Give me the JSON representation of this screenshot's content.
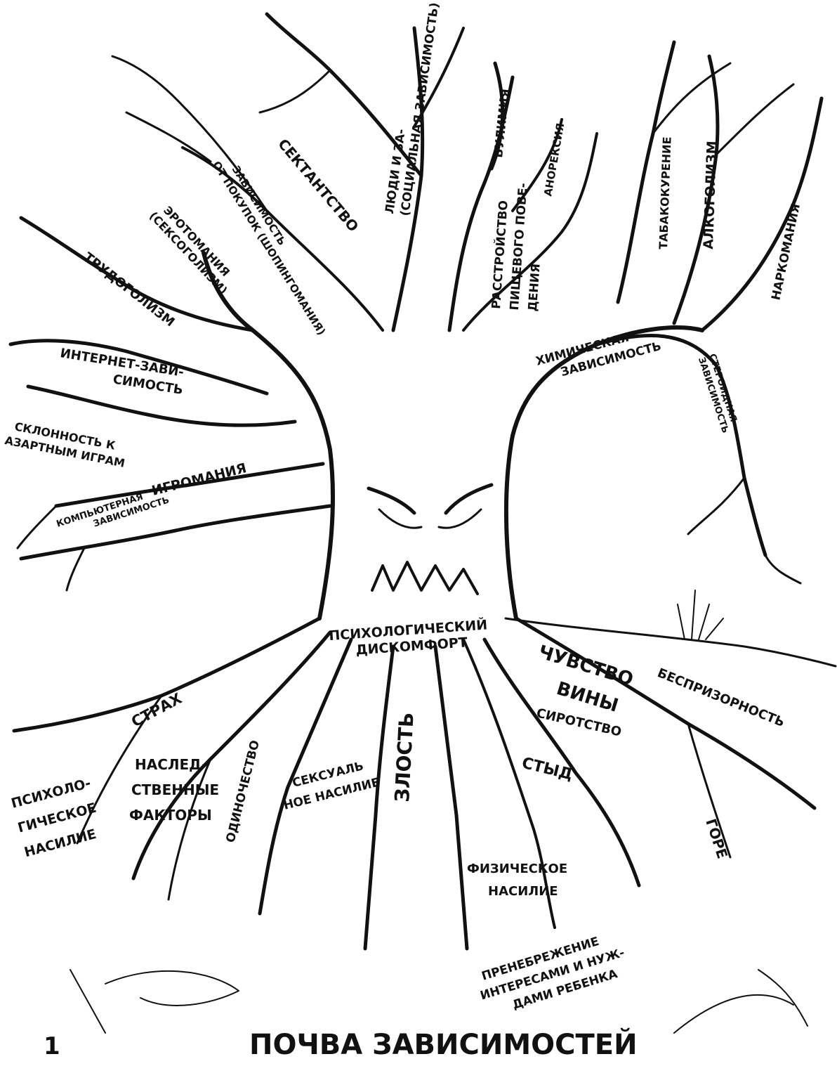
{
  "page_number": "1",
  "title": "ПОЧВА ЗАВИСИМОСТЕЙ",
  "trunk_label": [
    "ПСИХОЛОГИЧЕСКИЙ",
    "ДИСКОМФОРТ"
  ],
  "branches": {
    "sectantstvo": [
      "СЕКТАНТСТВО"
    ],
    "social": [
      "ЛЮДИ И ЗА-",
      "(СОЦИАЛЬНАЯ ЗАВИСИМОСТЬ)"
    ],
    "bulimia": [
      "БУЛИМИЯ"
    ],
    "anorexia": [
      "АНОРЕКСИЯ"
    ],
    "eating_disorder": [
      "РАССТРОЙСТВО",
      "ПИЩЕВОГО ПОВЕ-",
      "ДЕНИЯ"
    ],
    "tobacco": [
      "ТАБАКОКУРЕНИЕ"
    ],
    "alcohol": [
      "АЛКОГОЛИЗМ"
    ],
    "narcomania": [
      "НАРКОМАНИЯ"
    ],
    "chemical": [
      "ХИМИЧЕСКАЯ",
      "ЗАВИСИМОСТЬ"
    ],
    "steroid": [
      "СТЕРОИДНАЯ",
      "ЗАВИСИМОСТЬ"
    ],
    "shopping": [
      "ЗАВИСИМОСТЬ",
      "ОТ ПОКУПОК (ШОПИНГОМАНИЯ)"
    ],
    "erotomania": [
      "ЭРОТОМАНИЯ",
      "(СЕКСОГОЛИЗМ)"
    ],
    "workaholism": [
      "ТРУДОГОЛИЗМ"
    ],
    "internet": [
      "ИНТЕРНЕТ-ЗАВИ-",
      "СИМОСТЬ"
    ],
    "gambling": [
      "СКЛОННОСТЬ К",
      "АЗАРТНЫМ ИГРАМ"
    ],
    "igromania": [
      "ИГРОМАНИЯ"
    ],
    "computer": [
      "КОМПЬЮТЕРНАЯ",
      "ЗАВИСИМОСТЬ"
    ]
  },
  "roots": {
    "fear": [
      "СТРАХ"
    ],
    "psych_violence": [
      "ПСИХОЛО-",
      "ГИЧЕСКОЕ",
      "НАСИЛИЕ"
    ],
    "heredity": [
      "НАСЛЕД-",
      "СТВЕННЫЕ",
      "ФАКТОРЫ"
    ],
    "loneliness": [
      "ОДИНОЧЕСТВО"
    ],
    "sexual_violence": [
      "СЕКСУАЛЬ",
      "НОЕ НАСИЛИЕ"
    ],
    "anger": [
      "ЗЛОСТЬ"
    ],
    "guilt": [
      "ЧУВСТВО",
      "ВИНЫ"
    ],
    "orphanhood": [
      "СИРОТСТВО"
    ],
    "homelessness": [
      "БЕСПРИЗОРНОСТЬ"
    ],
    "shame": [
      "СТЫД"
    ],
    "grief": [
      "ГОРЕ"
    ],
    "physical_violence": [
      "ФИЗИЧЕСКОЕ",
      "НАСИЛИЕ"
    ],
    "neglect": [
      "ПРЕНЕБРЕЖЕНИЕ",
      "ИНТЕРЕСАМИ И НУЖ-",
      "ДАМИ РЕБЕНКА"
    ]
  }
}
